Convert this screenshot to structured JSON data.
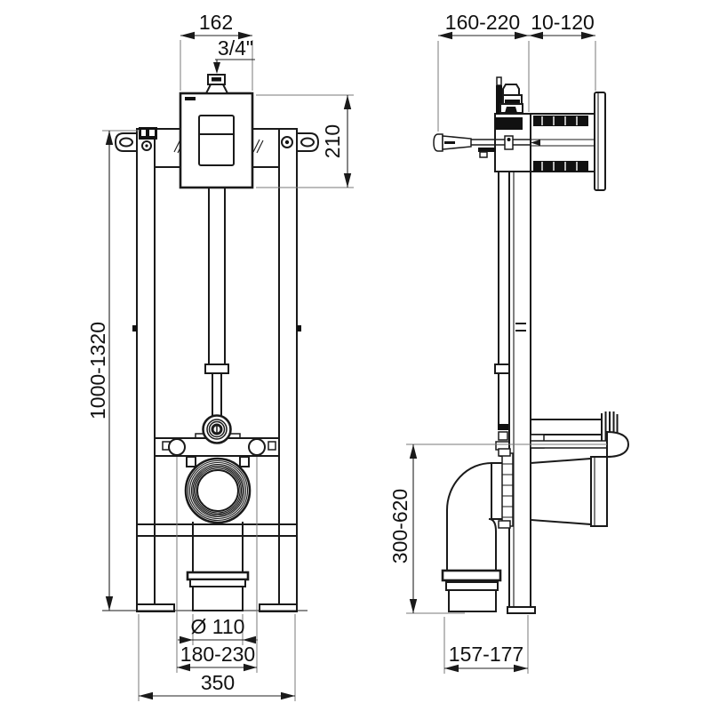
{
  "colors": {
    "line": "#1a1a1a",
    "background": "#ffffff",
    "text": "#111111"
  },
  "dims": {
    "front": {
      "valve_width": "162",
      "inlet_thread": "3/4\"",
      "valve_height": "210",
      "frame_height": "1000-1320",
      "outlet_diameter": "Ø 110",
      "fixing_spacing": "180-230",
      "overall_width": "350"
    },
    "side": {
      "frame_depth": "160-220",
      "wall_offset": "10-120",
      "outlet_height": "300-620",
      "outlet_offset": "157-177"
    }
  }
}
